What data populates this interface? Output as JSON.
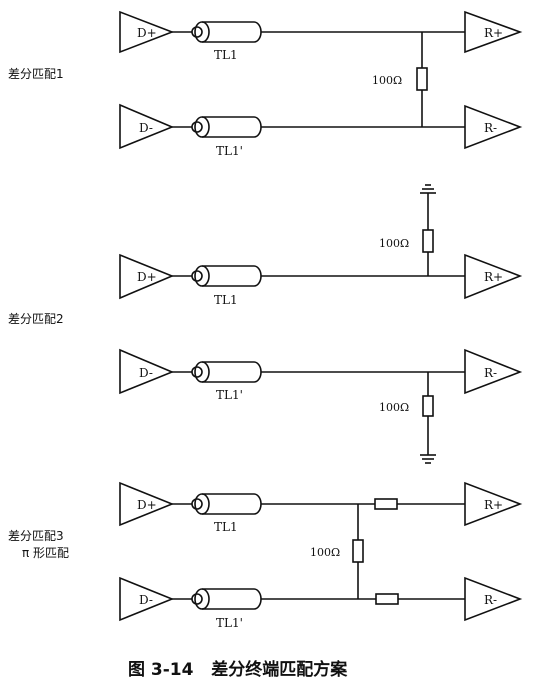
{
  "scheme1": {
    "side_label": "差分匹配1",
    "top": {
      "driver": "D+",
      "line": "TL1",
      "receiver": "R+"
    },
    "bottom": {
      "driver": "D-",
      "line": "TL1'",
      "receiver": "R-"
    },
    "resistor": "100Ω"
  },
  "scheme2": {
    "side_label": "差分匹配2",
    "top": {
      "driver": "D+",
      "line": "TL1",
      "receiver": "R+",
      "resistor": "100Ω"
    },
    "bottom": {
      "driver": "D-",
      "line": "TL1'",
      "receiver": "R-",
      "resistor": "100Ω"
    }
  },
  "scheme3": {
    "side_label_1": "差分匹配3",
    "side_label_2": "π 形匹配",
    "top": {
      "driver": "D+",
      "line": "TL1",
      "receiver": "R+"
    },
    "bottom": {
      "driver": "D-",
      "line": "TL1'",
      "receiver": "R-"
    },
    "resistor": "100Ω"
  },
  "caption": "图 3-14   差分终端匹配方案"
}
